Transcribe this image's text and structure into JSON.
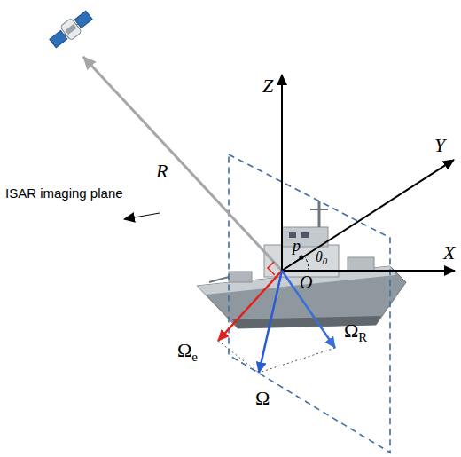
{
  "diagram": {
    "labels": [
      "R",
      "ISAR imaging plane",
      "Z",
      "Y",
      "X",
      "p",
      "θ0",
      "O",
      "Ωe",
      "ΩR",
      "Ω"
    ]
  }
}
